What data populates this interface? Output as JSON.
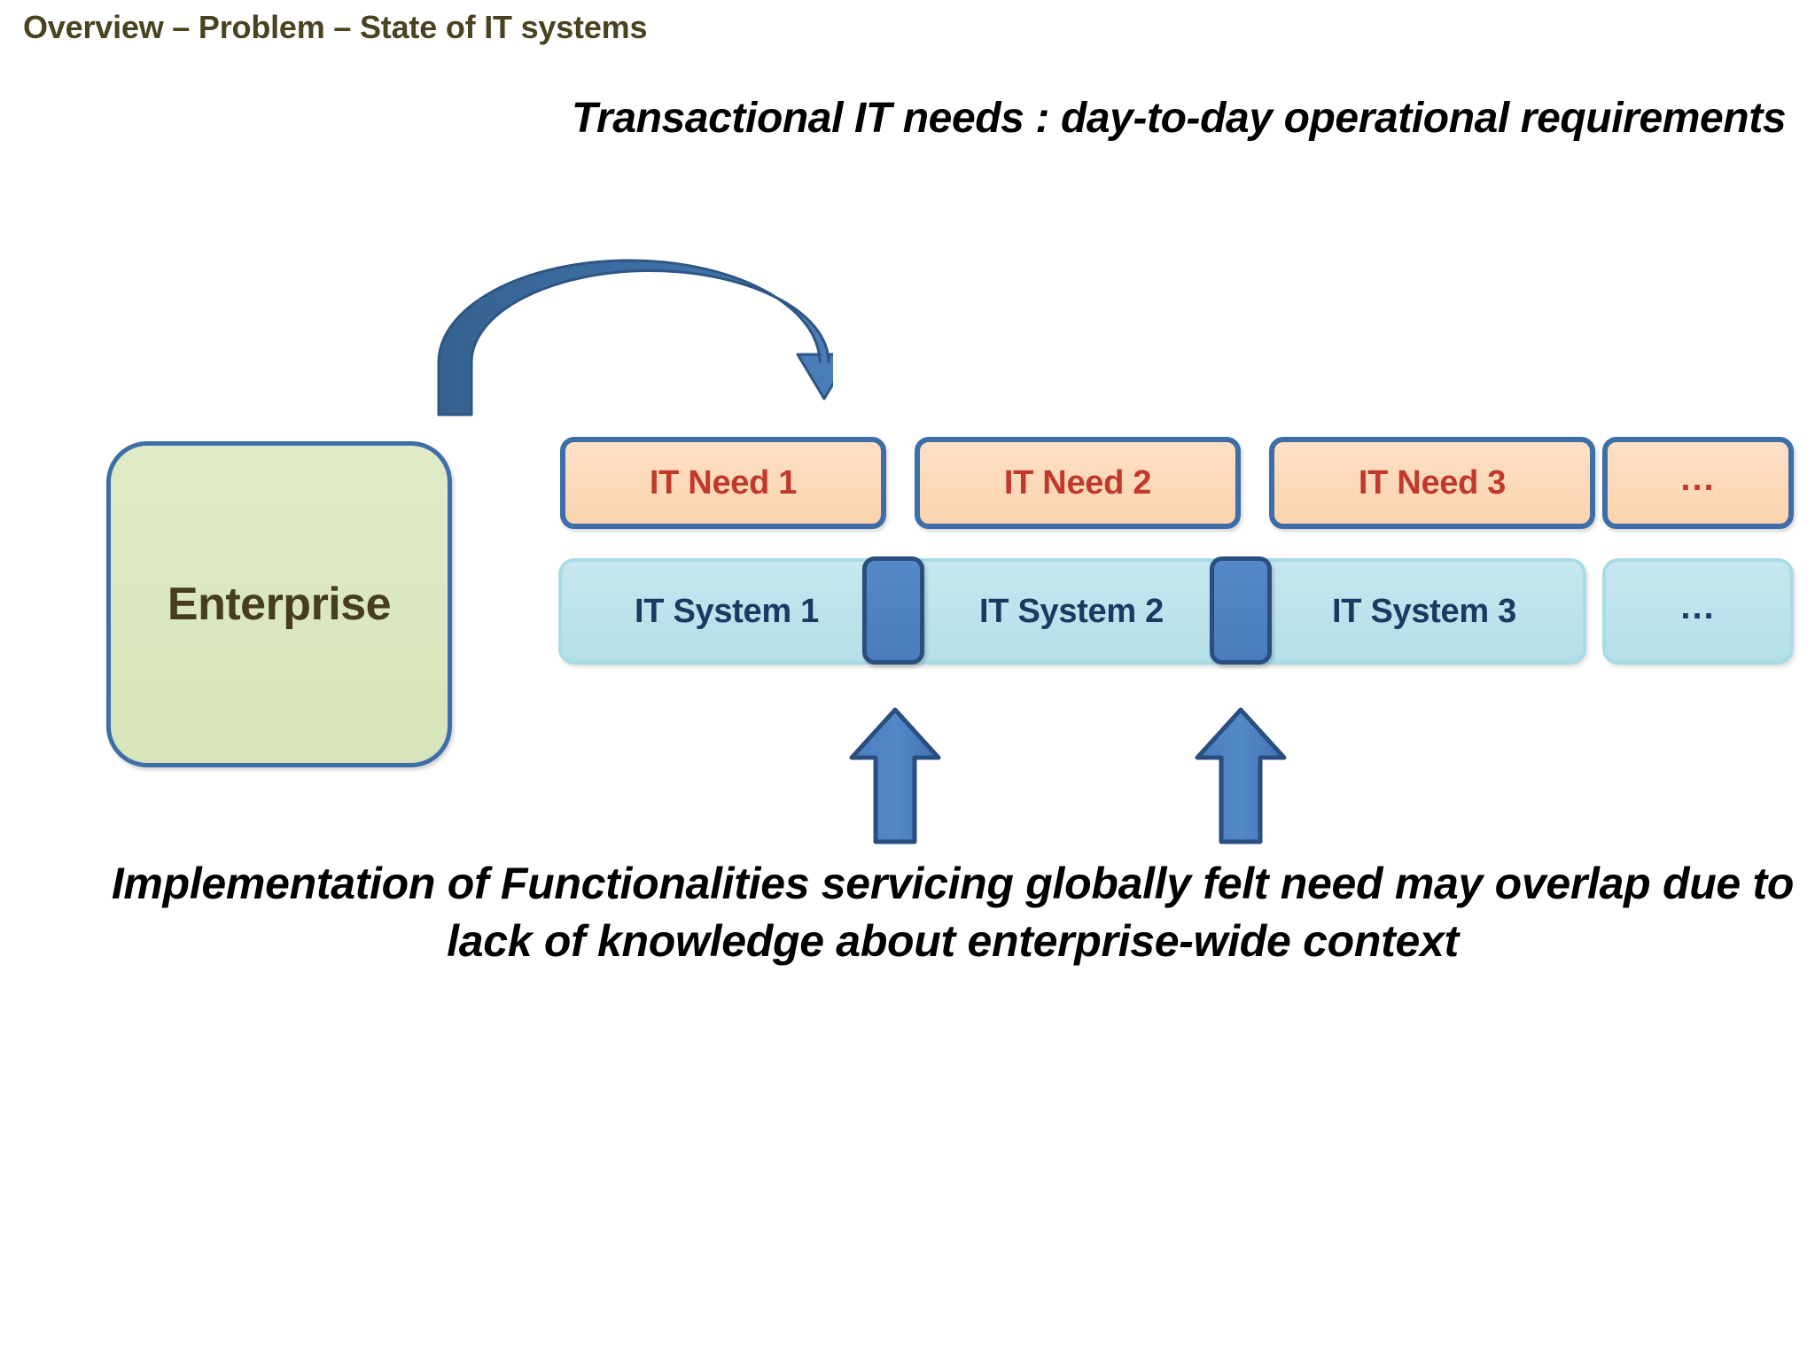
{
  "slide": {
    "title": "Overview – Problem – State of IT systems",
    "title_color": "#4a4321",
    "background": "#ffffff"
  },
  "captions": {
    "top": "Transactional IT needs : day-to-day operational requirements",
    "bottom": "Implementation of Functionalities servicing globally felt need may overlap due to lack of knowledge about enterprise-wide context"
  },
  "enterprise": {
    "label": "Enterprise",
    "fill": "#d9e6c0",
    "border": "#3d6ea8",
    "text_color": "#453d1c"
  },
  "needs": {
    "fill": "#fbd9b8",
    "border": "#3d6ea8",
    "text_color": "#c0392b",
    "items": [
      {
        "label": "IT Need 1"
      },
      {
        "label": "IT Need 2"
      },
      {
        "label": "IT Need 3"
      },
      {
        "label": "..."
      }
    ]
  },
  "systems": {
    "fill": "#bde4ec",
    "border": "#a9dbe6",
    "text_color": "#1b3a62",
    "items": [
      {
        "label": "IT System 1"
      },
      {
        "label": "IT System 2"
      },
      {
        "label": "IT System 3"
      }
    ],
    "overflow_label": "..."
  },
  "overlaps": {
    "fill": "#4a7fc1",
    "border": "#2b4e80",
    "count": 2
  },
  "arrows": {
    "curved": {
      "name": "curved-down-arrow",
      "color": "#3a6ba5"
    },
    "up": {
      "name": "up-arrow",
      "color": "#4a7fc1",
      "border": "#2b4e80",
      "count": 2
    }
  }
}
